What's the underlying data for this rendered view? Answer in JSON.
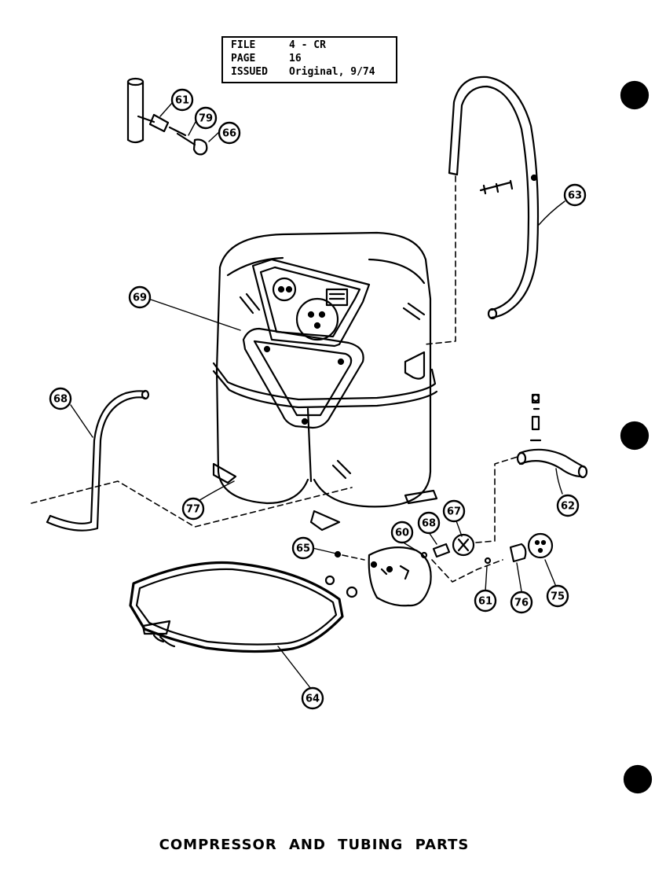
{
  "header": {
    "file_label": "FILE",
    "file_value": "4 - CR",
    "page_label": "PAGE",
    "page_value": "16",
    "issued_label": "ISSUED",
    "issued_value": "Original, 9/74"
  },
  "title": "COMPRESSOR AND TUBING PARTS",
  "callouts": [
    "61",
    "79",
    "66",
    "63",
    "69",
    "68",
    "77",
    "62",
    "67",
    "68",
    "65",
    "60",
    "61",
    "76",
    "75",
    "64"
  ]
}
